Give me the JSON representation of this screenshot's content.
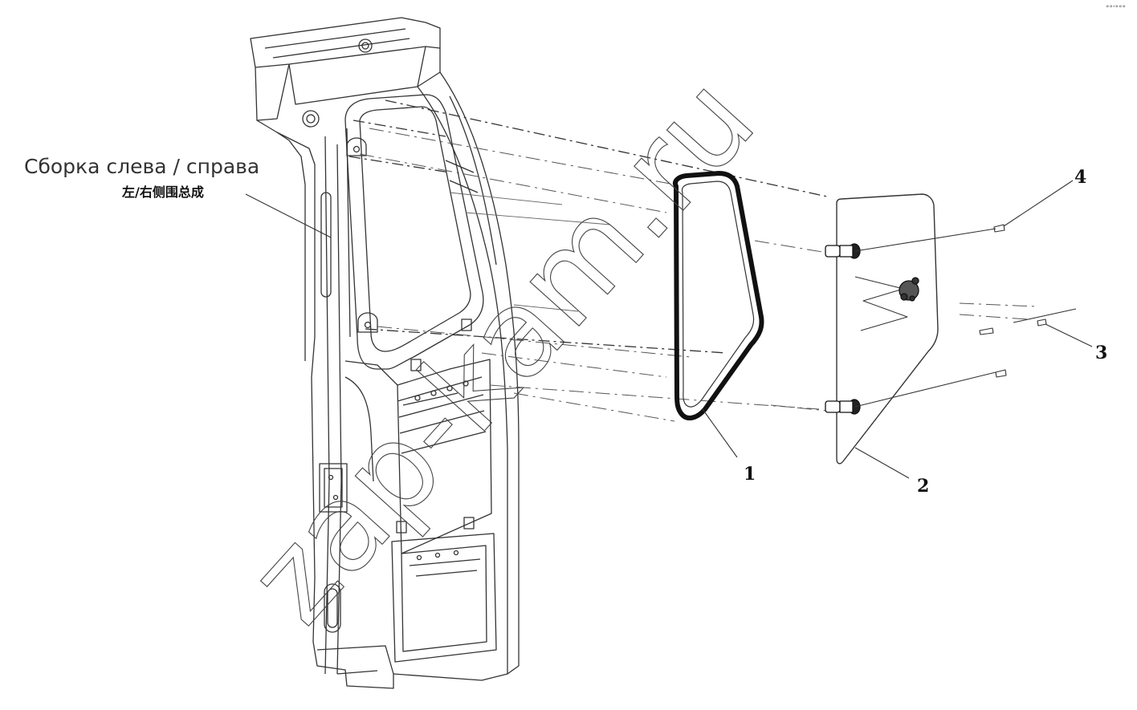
{
  "assembly_label_ru": "Сборка слева / справа",
  "assembly_label_cn": "左/右侧围总成",
  "callouts": [
    {
      "id": "1",
      "label": "1"
    },
    {
      "id": "2",
      "label": "2"
    },
    {
      "id": "3",
      "label": "3"
    },
    {
      "id": "4",
      "label": "4"
    }
  ],
  "watermark": "zap-kam.ru",
  "corner_mark": "°°'°°°",
  "colors": {
    "line": "#333333",
    "seal": "#111111",
    "watermark": "#444444"
  }
}
